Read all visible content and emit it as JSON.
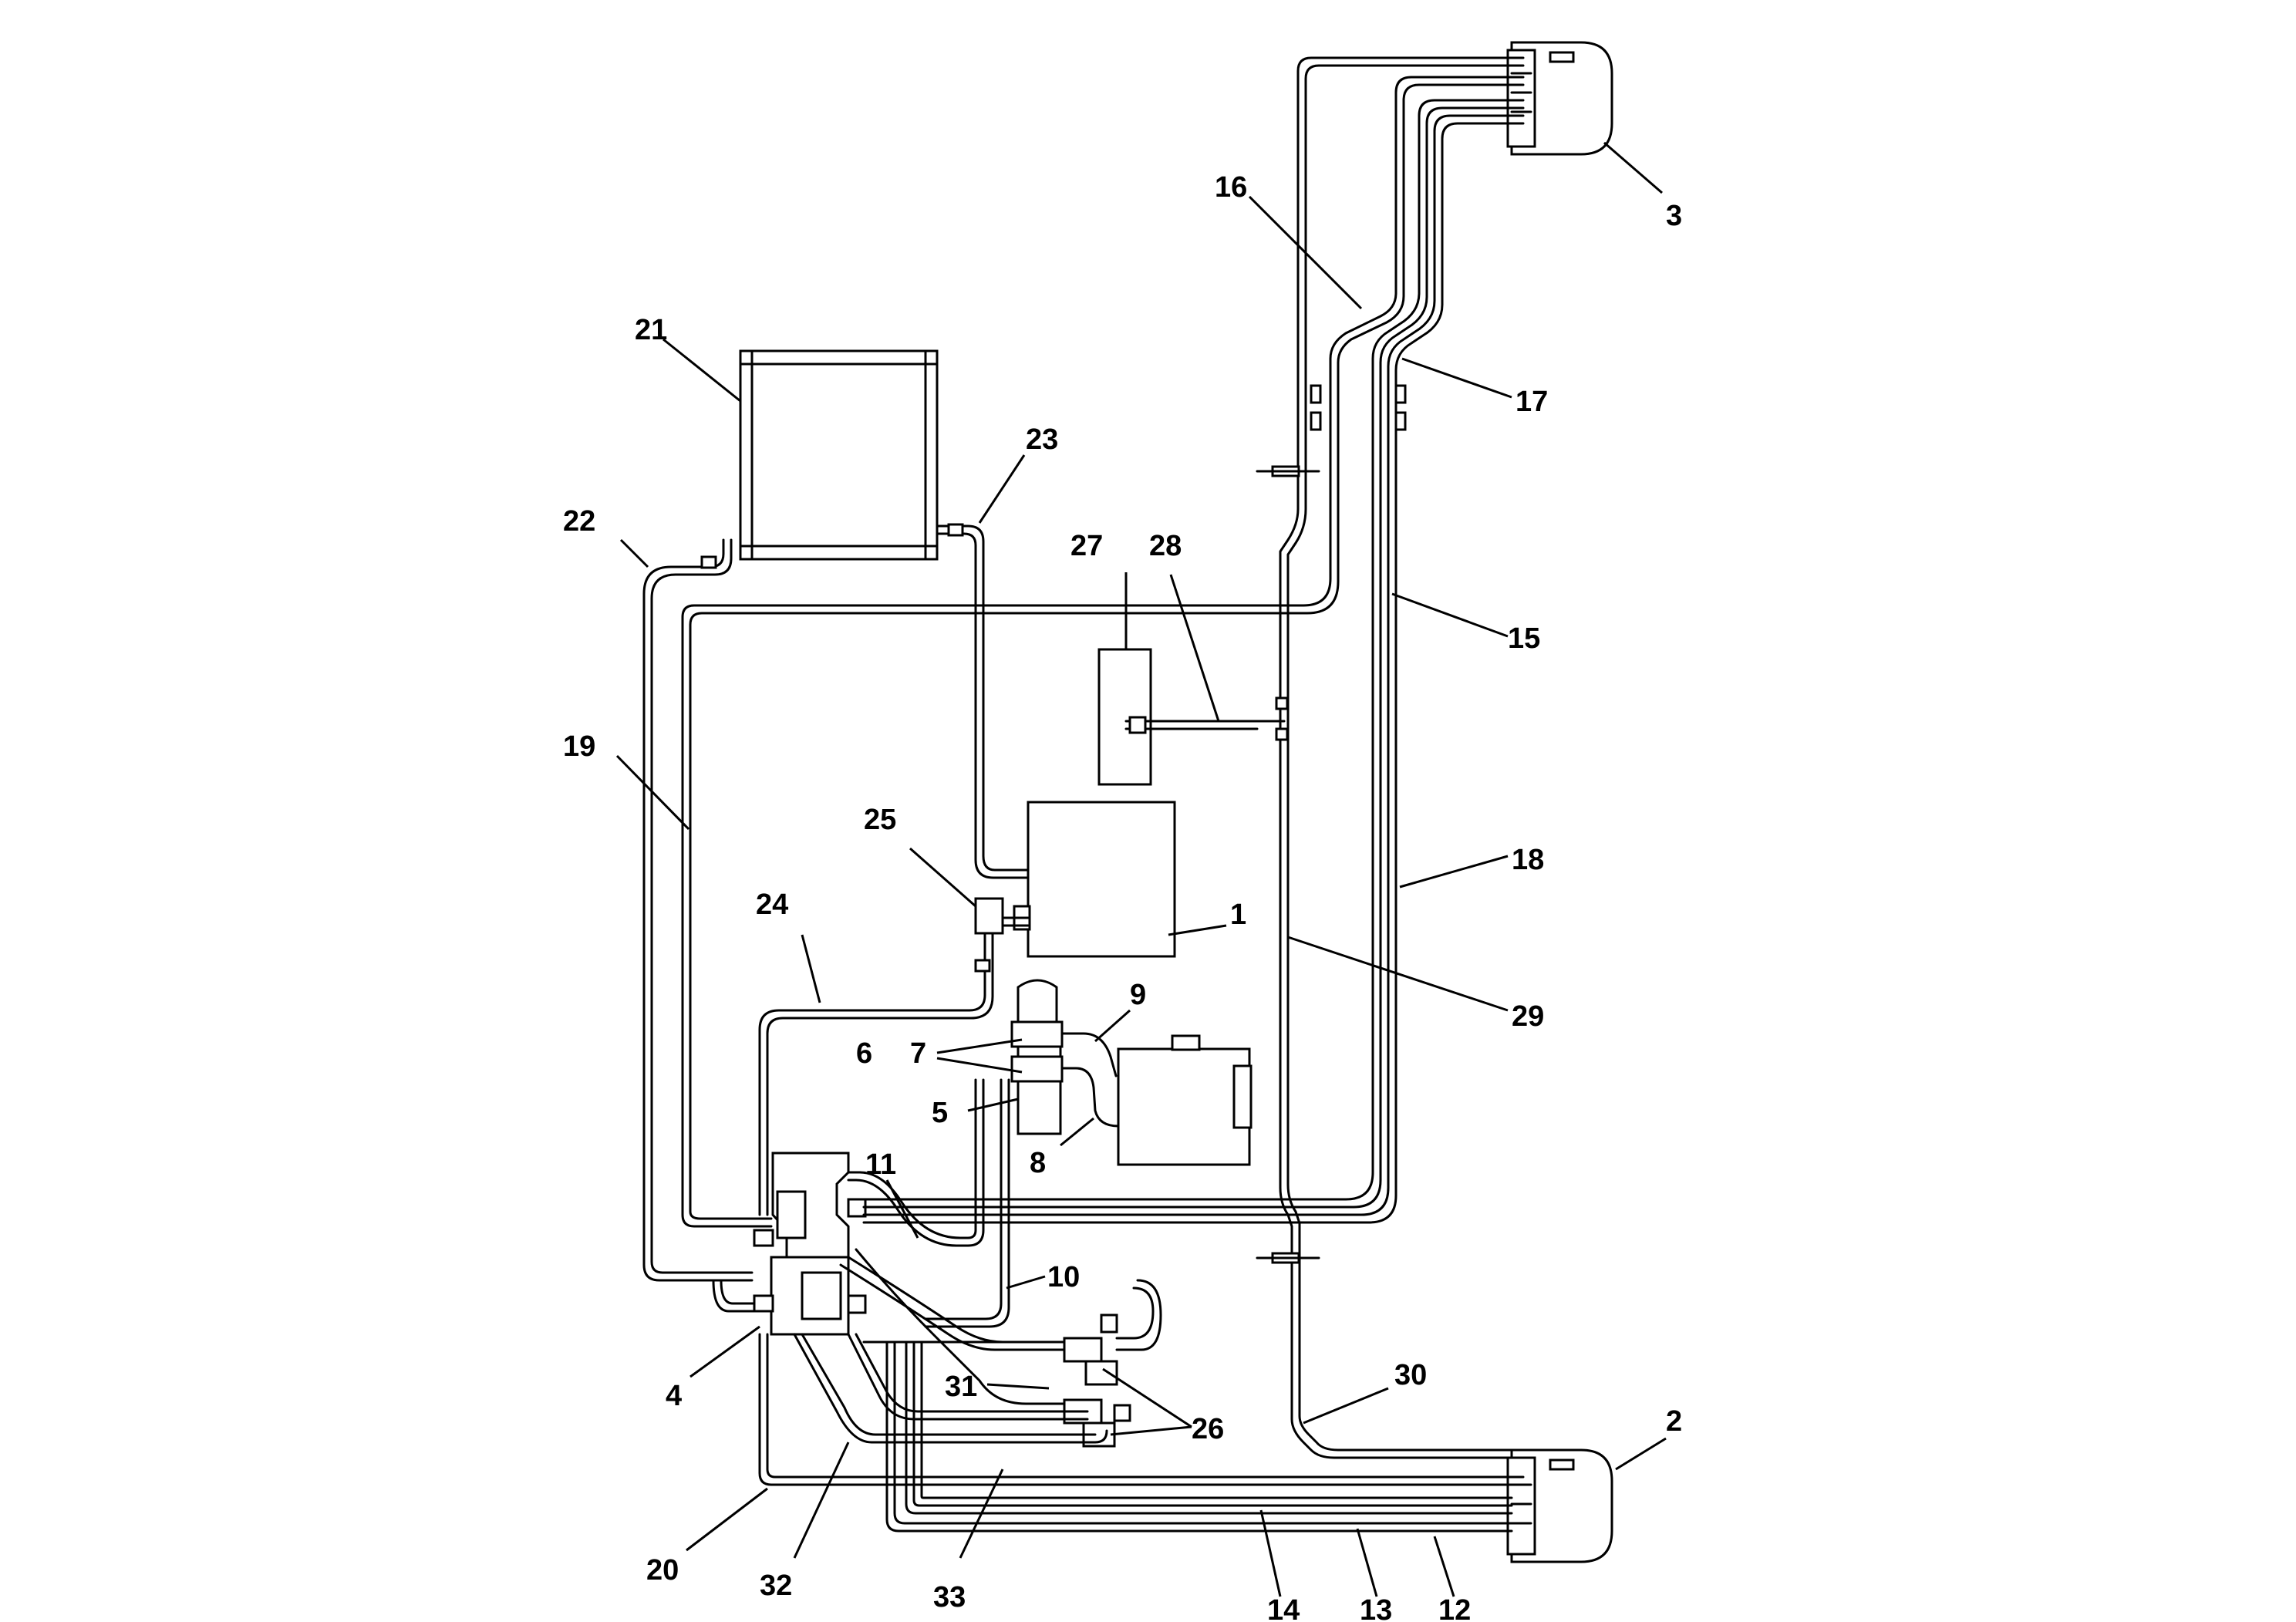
{
  "diagram": {
    "callouts": [
      {
        "id": "1",
        "label": "1"
      },
      {
        "id": "2",
        "label": "2"
      },
      {
        "id": "3",
        "label": "3"
      },
      {
        "id": "4",
        "label": "4"
      },
      {
        "id": "5",
        "label": "5"
      },
      {
        "id": "6",
        "label": "6"
      },
      {
        "id": "7",
        "label": "7"
      },
      {
        "id": "8",
        "label": "8"
      },
      {
        "id": "9",
        "label": "9"
      },
      {
        "id": "10",
        "label": "10"
      },
      {
        "id": "11",
        "label": "11"
      },
      {
        "id": "12",
        "label": "12"
      },
      {
        "id": "13",
        "label": "13"
      },
      {
        "id": "14",
        "label": "14"
      },
      {
        "id": "15",
        "label": "15"
      },
      {
        "id": "16",
        "label": "16"
      },
      {
        "id": "17",
        "label": "17"
      },
      {
        "id": "18",
        "label": "18"
      },
      {
        "id": "19",
        "label": "19"
      },
      {
        "id": "20",
        "label": "20"
      },
      {
        "id": "21",
        "label": "21"
      },
      {
        "id": "22",
        "label": "22"
      },
      {
        "id": "23",
        "label": "23"
      },
      {
        "id": "24",
        "label": "24"
      },
      {
        "id": "25",
        "label": "25"
      },
      {
        "id": "26",
        "label": "26"
      },
      {
        "id": "27",
        "label": "27"
      },
      {
        "id": "28",
        "label": "28"
      },
      {
        "id": "29",
        "label": "29"
      },
      {
        "id": "30",
        "label": "30"
      },
      {
        "id": "31",
        "label": "31"
      },
      {
        "id": "32",
        "label": "32"
      },
      {
        "id": "33",
        "label": "33"
      }
    ]
  }
}
